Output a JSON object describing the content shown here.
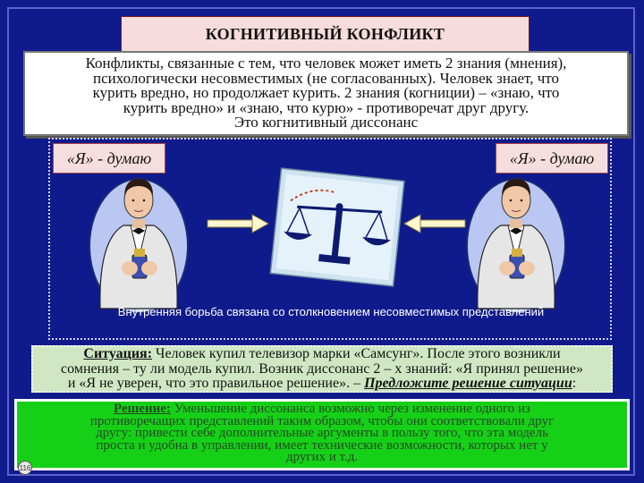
{
  "slide": {
    "title": "КОГНИТИВНЫЙ КОНФЛИКТ",
    "intro_lines": [
      "Конфликты, связанные с тем, что человек может иметь 2 знания (мнения),",
      "психологически несовместимых (не согласованных). Человек знает, что",
      "курить вредно, но продолжает курить. 2 знания (когниции) – «знаю, что",
      "курить вредно» и «знаю, что курю» - противоречат друг другу.",
      "Это когнитивный диссонанс"
    ],
    "left_label": "«Я» - думаю",
    "right_label": "«Я» - думаю",
    "caption": "Внутренняя борьба связана со столкновением несовместимых представлений",
    "situation": {
      "heading": "Ситуация:",
      "line1": " Человек купил телевизор марки «Самсунг». После этого возникли",
      "line2": "сомнения – ту ли модель купил. Возник диссонанс 2 – х знаний: «Я принял решение»",
      "line3": "и «Я не уверен, что это правильное решение». – ",
      "question": "Предложите решение ситуации",
      "tail": ":"
    },
    "solution": {
      "heading": "Решение:",
      "line1": " Уменьшение диссонанса возможно через изменение одного из",
      "line2": "противоречащих представлений таким образом, чтобы они соответствовали друг",
      "line3": "другу: привести себе дополнительные аргументы в пользу того, что эта модель",
      "line4": "проста и удобна в управлении, имеет технические возможности, которых нет у",
      "line5": "других и т.д."
    },
    "page_number": "116"
  },
  "colors": {
    "background": "#0f1a8c",
    "title_bg": "#f6dcdc",
    "situation_bg": "#cfe8c3",
    "solution_bg": "#16d018"
  },
  "icons": [
    "man-with-cigarettes-left",
    "balance-scale-icon",
    "arrow-right-icon",
    "arrow-left-icon",
    "man-with-cigarettes-right"
  ]
}
